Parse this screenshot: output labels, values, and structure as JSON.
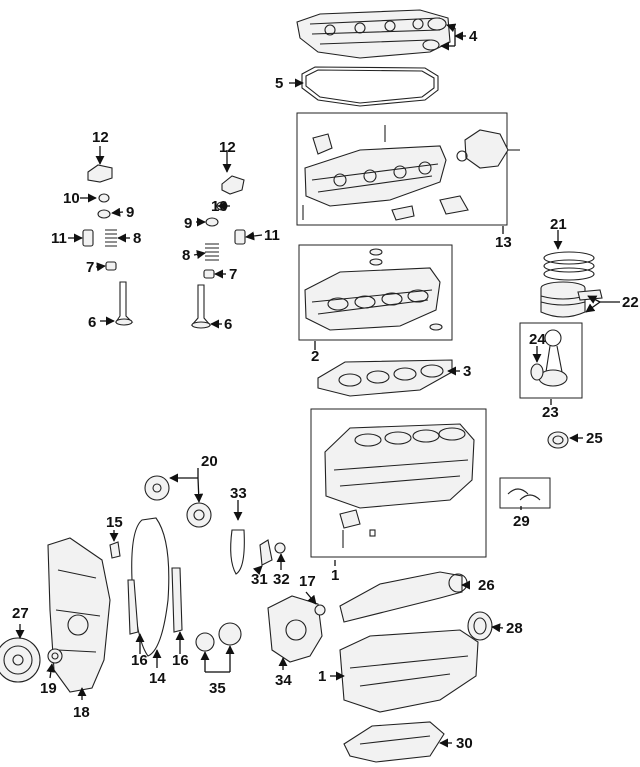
{
  "diagram": {
    "callouts": [
      {
        "id": "c4",
        "text": "4"
      },
      {
        "id": "c5",
        "text": "5"
      },
      {
        "id": "c12a",
        "text": "12"
      },
      {
        "id": "c12b",
        "text": "12"
      },
      {
        "id": "c10a",
        "text": "10"
      },
      {
        "id": "c9a",
        "text": "9"
      },
      {
        "id": "c11a",
        "text": "11"
      },
      {
        "id": "c8a",
        "text": "8"
      },
      {
        "id": "c7a",
        "text": "7"
      },
      {
        "id": "c6a",
        "text": "6"
      },
      {
        "id": "c10b",
        "text": "10"
      },
      {
        "id": "c9b",
        "text": "9"
      },
      {
        "id": "c11b",
        "text": "11"
      },
      {
        "id": "c8b",
        "text": "8"
      },
      {
        "id": "c7b",
        "text": "7"
      },
      {
        "id": "c6b",
        "text": "6"
      },
      {
        "id": "c13",
        "text": "13"
      },
      {
        "id": "c21",
        "text": "21"
      },
      {
        "id": "c22",
        "text": "22"
      },
      {
        "id": "c2",
        "text": "2"
      },
      {
        "id": "c3",
        "text": "3"
      },
      {
        "id": "c24",
        "text": "24"
      },
      {
        "id": "c23",
        "text": "23"
      },
      {
        "id": "c25",
        "text": "25"
      },
      {
        "id": "c20",
        "text": "20"
      },
      {
        "id": "c33",
        "text": "33"
      },
      {
        "id": "c15",
        "text": "15"
      },
      {
        "id": "c29",
        "text": "29"
      },
      {
        "id": "c31",
        "text": "31"
      },
      {
        "id": "c32",
        "text": "32"
      },
      {
        "id": "c1a",
        "text": "1"
      },
      {
        "id": "c17",
        "text": "17"
      },
      {
        "id": "c26",
        "text": "26"
      },
      {
        "id": "c27",
        "text": "27"
      },
      {
        "id": "c28",
        "text": "28"
      },
      {
        "id": "c16a",
        "text": "16"
      },
      {
        "id": "c16b",
        "text": "16"
      },
      {
        "id": "c14",
        "text": "14"
      },
      {
        "id": "c35",
        "text": "35"
      },
      {
        "id": "c34",
        "text": "34"
      },
      {
        "id": "c1b",
        "text": "1"
      },
      {
        "id": "c19",
        "text": "19"
      },
      {
        "id": "c18",
        "text": "18"
      },
      {
        "id": "c30",
        "text": "30"
      }
    ]
  }
}
